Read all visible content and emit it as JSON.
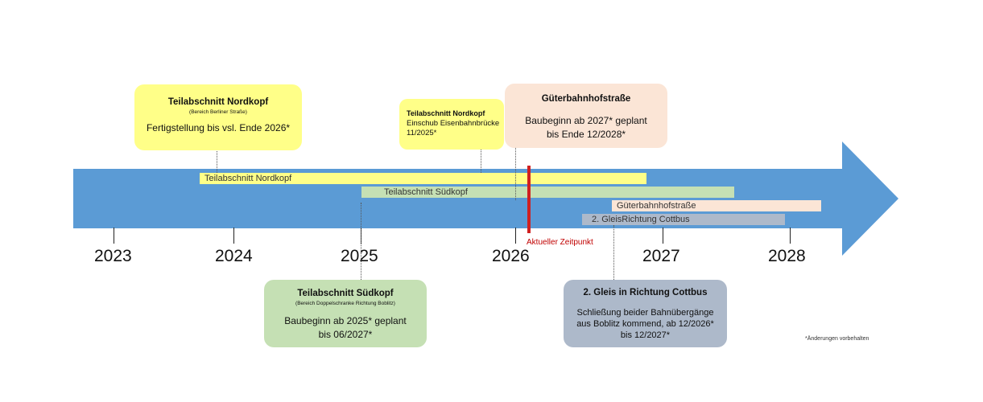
{
  "colors": {
    "arrow": "#5b9bd5",
    "yellow": "#ffff88",
    "green": "#c5e0b4",
    "peach": "#fbe5d6",
    "bluegray": "#adb9ca",
    "marker": "#d02020"
  },
  "years": [
    "2023",
    "2024",
    "2025",
    "2026",
    "2027",
    "2028"
  ],
  "bars": [
    {
      "label": "Teilabschnitt Nordkopf"
    },
    {
      "label": "Teilabschnitt Südkopf"
    },
    {
      "label": "Güterbahnhofstraße"
    },
    {
      "label": "2. GleisRichtung Cottbus"
    }
  ],
  "marker": {
    "label": "Aktueller Zeitpunkt"
  },
  "cards": {
    "nordkopf": {
      "title": "Teilabschnitt Nordkopf",
      "subtitle": "(Bereich Berliner Straße)",
      "body": "Fertigstellung bis vsl. Ende 2026*"
    },
    "einschub": {
      "title": "Teilabschnitt Nordkopf",
      "line1": "Einschub Eisenbahnbrücke",
      "line2": "11/2025*"
    },
    "gueter": {
      "title": "Güterbahnhofstraße",
      "line1": "Baubeginn ab 2027* geplant",
      "line2": "bis Ende 12/2028*"
    },
    "suedkopf": {
      "title": "Teilabschnitt Südkopf",
      "subtitle": "(Bereich Doppelschranke Richtung Boblitz)",
      "line1": "Baubeginn ab 2025* geplant",
      "line2": "bis 06/2027*"
    },
    "gleis": {
      "title": "2. Gleis in Richtung Cottbus",
      "line1": "Schließung beider Bahnübergänge",
      "line2": "aus Boblitz kommend, ab 12/2026*",
      "line3": "bis 12/2027*"
    }
  },
  "footnote": "*Änderungen vorbehalten"
}
